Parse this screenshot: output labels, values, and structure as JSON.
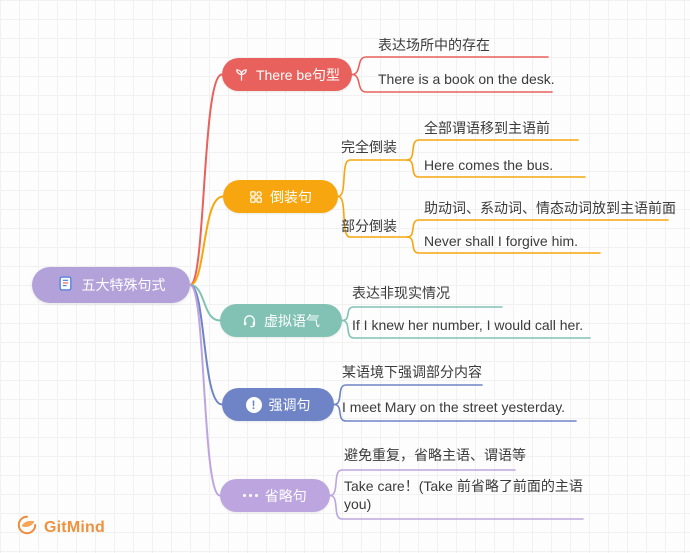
{
  "root": {
    "label": "五大特殊句式",
    "color": "#b3a1da",
    "icon": "document-icon"
  },
  "branches": [
    {
      "label": "There be句型",
      "color": "#e8615c",
      "icon": "sprout-icon",
      "children": [
        {
          "label": "表达场所中的存在"
        },
        {
          "label": "There is a book on the desk."
        }
      ]
    },
    {
      "label": "倒装句",
      "color": "#f7a60f",
      "icon": "category-grid-icon",
      "children": [
        {
          "label": "完全倒装",
          "children": [
            {
              "label": "全部谓语移到主语前"
            },
            {
              "label": "Here comes the bus."
            }
          ]
        },
        {
          "label": "部分倒装",
          "children": [
            {
              "label": "助动词、系动词、情态动词放到主语前面"
            },
            {
              "label": "Never shall I forgive him."
            }
          ]
        }
      ]
    },
    {
      "label": "虚拟语气",
      "color": "#82c2b5",
      "icon": "headset-icon",
      "children": [
        {
          "label": "表达非现实情况"
        },
        {
          "label": "If I knew her number, I would call her."
        }
      ]
    },
    {
      "label": "强调句",
      "color": "#6e84c6",
      "icon": "exclamation-icon",
      "children": [
        {
          "label": "某语境下强调部分内容"
        },
        {
          "label": "I meet Mary on the street yesterday."
        }
      ]
    },
    {
      "label": "省略句",
      "color": "#bda6df",
      "icon": "ellipsis-icon",
      "children": [
        {
          "label": "避免重复，省略主语、谓语等"
        },
        {
          "label": "Take care！(Take 前省略了前面的主语 you)"
        }
      ]
    }
  ],
  "watermark": {
    "label": "GitMind",
    "color": "#f0913d"
  }
}
